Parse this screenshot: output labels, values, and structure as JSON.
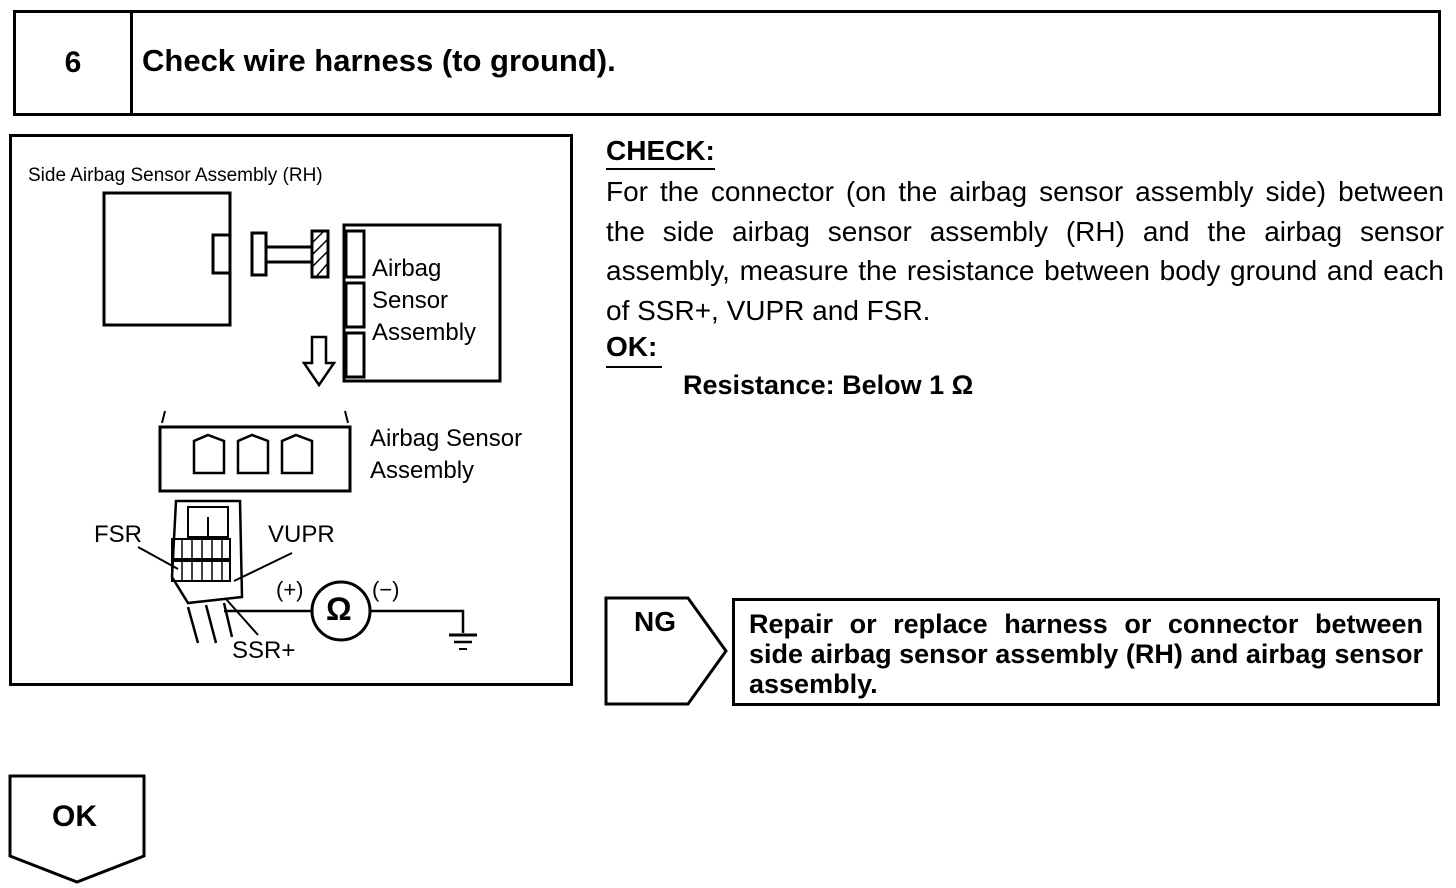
{
  "step": {
    "number": "6",
    "title": "Check wire harness (to ground)."
  },
  "figure": {
    "title": "Side Airbag Sensor Assembly (RH)",
    "connector_label_lines": [
      "Airbag",
      "Sensor",
      "Assembly"
    ],
    "sensor_label_lines": [
      "Airbag Sensor",
      "Assembly"
    ],
    "terminals": {
      "fsr": "FSR",
      "vupr": "VUPR",
      "ssr": "SSR+"
    },
    "meter": {
      "positive": "(+)",
      "negative": "(−)",
      "symbol": "Ω"
    }
  },
  "check": {
    "heading": "CHECK:",
    "text": "For the connector (on the airbag sensor assembly side) between the side airbag sensor assembly (RH) and the airbag sensor assembly, measure the resistance between body ground and each of SSR+, VUPR and FSR.",
    "ok_heading": "OK:",
    "resistance": "Resistance: Below 1 Ω"
  },
  "ng": {
    "label": "NG",
    "action": "Repair or replace harness or connector between side airbag sensor assembly (RH) and airbag sensor assembly."
  },
  "ok_result": {
    "label": "OK"
  }
}
